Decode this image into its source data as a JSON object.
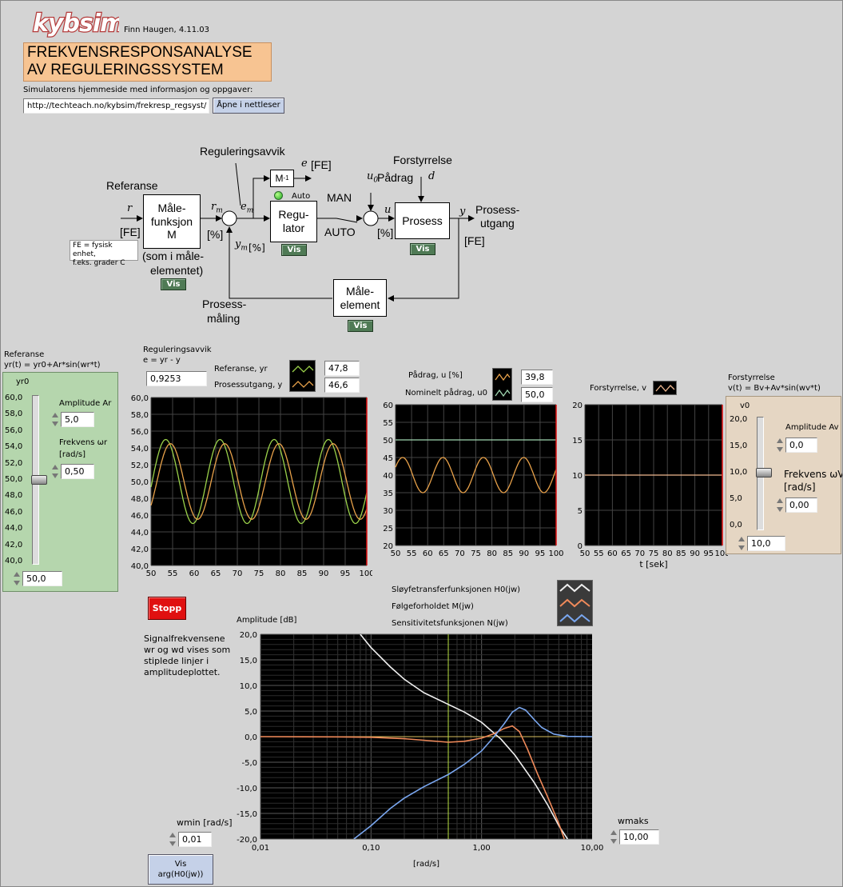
{
  "header": {
    "logo": "kybsim",
    "author": "Finn Haugen, 4.11.03",
    "title_line1": "FREKVENSRESPONSANALYSE",
    "title_line2": "AV REGULERINGSSYSTEM",
    "homepage_label": "Simulatorens hjemmeside med informasjon og oppgaver:",
    "url": "http://techteach.no/kybsim/frekresp_regsyst/",
    "open_browser": "Åpne i nettleser"
  },
  "diagram": {
    "referanse": "Referanse",
    "r": "r",
    "fe1": "[FE]",
    "fe_note1": "FE = fysisk enhet,",
    "fe_note2": "f.eks. grader C",
    "malefunksjon_1": "Måle-",
    "malefunksjon_2": "funksjon",
    "malefunksjon_3": "M",
    "som_i_1": "(som i måle-",
    "som_i_2": "elementet)",
    "rm": "r",
    "rm_sub": "m",
    "pct1": "[%]",
    "em": "e",
    "em_sub": "m",
    "reguleringsavvik": "Reguleringsavvik",
    "e": "e",
    "fe_e": "[FE]",
    "minv": "M",
    "minv_sup": "-1",
    "auto_label": "Auto",
    "regulator_1": "Regu-",
    "regulator_2": "lator",
    "man": "MAN",
    "auto": "AUTO",
    "u0": "u",
    "u0_sub": "0",
    "padrag": "Pådrag",
    "u": "u",
    "pct2": "[%]",
    "forstyrrelse": "Forstyrrelse",
    "d": "d",
    "prosess": "Prosess",
    "y": "y",
    "prosess_utgang_1": "Prosess-",
    "prosess_utgang_2": "utgang",
    "fe_y": "[FE]",
    "ym": "y",
    "ym_sub": "m",
    "ym_pct": "[%]",
    "maleelement_1": "Måle-",
    "maleelement_2": "element",
    "prosessmaling_1": "Prosess-",
    "prosessmaling_2": "måling",
    "vis": "Vis"
  },
  "referanse_panel": {
    "title": "Referanse",
    "formula": "yr(t) = yr0+Ar*sin(wr*t)",
    "yr0": "yr0",
    "slider_ticks": [
      "60,0",
      "58,0",
      "56,0",
      "54,0",
      "52,0",
      "50,0",
      "48,0",
      "46,0",
      "44,0",
      "42,0",
      "40,0"
    ],
    "slider_value": 50,
    "amplitude_label": "Amplitude Ar",
    "amplitude_value": "5,0",
    "frekvens_label1": "Frekvens ωr",
    "frekvens_label2": "[rad/s]",
    "frekvens_value": "0,50",
    "yr0_value": "50,0"
  },
  "forstyrrelse_panel": {
    "title": "Forstyrrelse",
    "formula": "v(t) = Bv+Av*sin(wv*t)",
    "v0": "v0",
    "slider_ticks": [
      "20,0",
      "15,0",
      "10,0",
      "5,0",
      "0,0"
    ],
    "slider_value": 10,
    "amplitude_label": "Amplitude Av",
    "amplitude_value": "0,0",
    "frekvens_label1": "Frekvens ωV",
    "frekvens_label2": "[rad/s]",
    "frekvens_value": "0,00",
    "v0_value": "10,0"
  },
  "indicators": {
    "avvik_label1": "Reguleringsavvik",
    "avvik_label2": "e = yr - y",
    "avvik_value": "0,9253",
    "referanse_label": "Referanse, yr",
    "referanse_value": "47,8",
    "prosessutgang_label": "Prosessutgang, y",
    "prosessutgang_value": "46,6",
    "padrag_label": "Pådrag, u [%]",
    "padrag_value": "39,8",
    "nominelt_label": "Nominelt pådrag, u0",
    "nominelt_value": "50,0",
    "forstyrrelse_label": "Forstyrrelse, v",
    "t_sek": "t [sek]"
  },
  "stopp": "Stopp",
  "bode": {
    "note1": "Signalfrekvensene",
    "note2": "wr og wd vises som",
    "note3": "stiplede linjer i",
    "note4": "amplitudeplottet.",
    "legend_h0": "Sløyfetransferfunksjonen H0(jw)",
    "legend_m": "Følgeforholdet M(jw)",
    "legend_n": "Sensitivitetsfunksjonen N(jw)",
    "wmin_label": "wmin [rad/s]",
    "wmin_value": "0,01",
    "wmaks_label": "wmaks",
    "wmaks_value": "10,00",
    "vis_arg1": "Vis",
    "vis_arg2": "arg(H0(jw))"
  },
  "chart_data": [
    {
      "type": "line",
      "name": "time-plot-yr-y",
      "xlim": [
        50,
        100
      ],
      "ylim": [
        40,
        60
      ],
      "x_ticks": [
        "50",
        "55",
        "60",
        "65",
        "70",
        "75",
        "80",
        "85",
        "90",
        "95",
        "100"
      ],
      "y_ticks": [
        "60,0",
        "58,0",
        "56,0",
        "54,0",
        "52,0",
        "50,0",
        "48,0",
        "46,0",
        "44,0",
        "42,0",
        "40,0"
      ],
      "series": [
        {
          "name": "Referanse, yr",
          "color": "#9bd24a",
          "mean": 50,
          "amplitude": 5,
          "omega": 0.5,
          "phase": 0
        },
        {
          "name": "Prosessutgang, y",
          "color": "#e9a24a",
          "mean": 50,
          "amplitude": 4.5,
          "omega": 0.5,
          "phase": -0.55
        }
      ]
    },
    {
      "type": "line",
      "name": "time-plot-u-u0",
      "xlim": [
        50,
        100
      ],
      "ylim": [
        20,
        60
      ],
      "x_ticks": [
        "50",
        "55",
        "60",
        "65",
        "70",
        "75",
        "80",
        "85",
        "90",
        "95",
        "100"
      ],
      "y_ticks": [
        "60",
        "55",
        "50",
        "45",
        "40",
        "35",
        "30",
        "25",
        "20"
      ],
      "series": [
        {
          "name": "Pådrag, u [%]",
          "color": "#e9a24a",
          "mean": 40,
          "amplitude": 5,
          "omega": 0.5,
          "phase": 0.6
        },
        {
          "name": "Nominelt pådrag, u0",
          "color": "#9fd6b0",
          "mean": 50,
          "amplitude": 0,
          "omega": 0,
          "phase": 0
        }
      ]
    },
    {
      "type": "line",
      "name": "time-plot-v",
      "xlim": [
        50,
        100
      ],
      "ylim": [
        0,
        20
      ],
      "x_ticks": [
        "50",
        "55",
        "60",
        "65",
        "70",
        "75",
        "80",
        "85",
        "90",
        "95",
        "100"
      ],
      "y_ticks": [
        "20",
        "15",
        "10",
        "5",
        "0"
      ],
      "xlabel": "t [sek]",
      "series": [
        {
          "name": "Forstyrrelse, v",
          "color": "#f0b890",
          "mean": 10,
          "amplitude": 0,
          "omega": 0,
          "phase": 0
        }
      ]
    },
    {
      "type": "line",
      "name": "bode-amplitude",
      "x_scale": "log",
      "xlim": [
        0.01,
        10
      ],
      "ylim": [
        -20,
        20
      ],
      "ylabel": "Amplitude [dB]",
      "xlabel": "[rad/s]",
      "x_ticks": [
        "0,01",
        "0,10",
        "1,00",
        "10,00"
      ],
      "y_ticks": [
        "20,0",
        "15,0",
        "10,0",
        "5,0",
        "0,0",
        "-5,0",
        "-10,0",
        "-15,0",
        "-20,0"
      ],
      "signal_frequency": 0.5,
      "series": [
        {
          "name": "Sløyfetransferfunksjonen H0(jw)",
          "color": "#f0f0f0",
          "points": [
            [
              0.08,
              20
            ],
            [
              0.1,
              17.4
            ],
            [
              0.15,
              13.6
            ],
            [
              0.2,
              11.2
            ],
            [
              0.3,
              8.6
            ],
            [
              0.5,
              6.3
            ],
            [
              0.7,
              4.8
            ],
            [
              1.0,
              2.8
            ],
            [
              1.5,
              -0.5
            ],
            [
              2.0,
              -3.6
            ],
            [
              3.0,
              -9
            ],
            [
              4.0,
              -13.5
            ],
            [
              5.0,
              -17.4
            ],
            [
              6.0,
              -20
            ]
          ]
        },
        {
          "name": "Følgeforholdet M(jw)",
          "color": "#f08a5a",
          "points": [
            [
              0.01,
              0
            ],
            [
              0.05,
              -0.05
            ],
            [
              0.1,
              -0.12
            ],
            [
              0.2,
              -0.4
            ],
            [
              0.3,
              -0.7
            ],
            [
              0.5,
              -1.1
            ],
            [
              0.7,
              -0.9
            ],
            [
              1.0,
              -0.3
            ],
            [
              1.3,
              0.6
            ],
            [
              1.6,
              1.6
            ],
            [
              1.9,
              2.1
            ],
            [
              2.2,
              1.0
            ],
            [
              2.6,
              -2.4
            ],
            [
              3.2,
              -7.2
            ],
            [
              4.0,
              -12
            ],
            [
              5.0,
              -17
            ],
            [
              5.6,
              -20
            ]
          ]
        },
        {
          "name": "Sensitivitetsfunksjonen N(jw)",
          "color": "#7aa7f0",
          "points": [
            [
              0.07,
              -20
            ],
            [
              0.1,
              -17.4
            ],
            [
              0.15,
              -14
            ],
            [
              0.2,
              -12
            ],
            [
              0.3,
              -9.8
            ],
            [
              0.5,
              -7.4
            ],
            [
              0.7,
              -5.4
            ],
            [
              1.0,
              -2.8
            ],
            [
              1.3,
              0
            ],
            [
              1.6,
              2.5
            ],
            [
              1.9,
              4.8
            ],
            [
              2.2,
              5.7
            ],
            [
              2.5,
              5.2
            ],
            [
              3.0,
              3.3
            ],
            [
              3.5,
              1.8
            ],
            [
              4.5,
              0.5
            ],
            [
              6.0,
              0.05
            ],
            [
              10,
              0
            ]
          ]
        }
      ]
    }
  ],
  "colors": {
    "background": "#d4d4d4",
    "title_box": "#f7c492",
    "referanse_panel": "#b5d6ad",
    "forstyrrelse_panel": "#e5d6c3",
    "plot_bg": "#000000",
    "vis_button": "#4f7a55",
    "stopp_button": "#e01010"
  }
}
